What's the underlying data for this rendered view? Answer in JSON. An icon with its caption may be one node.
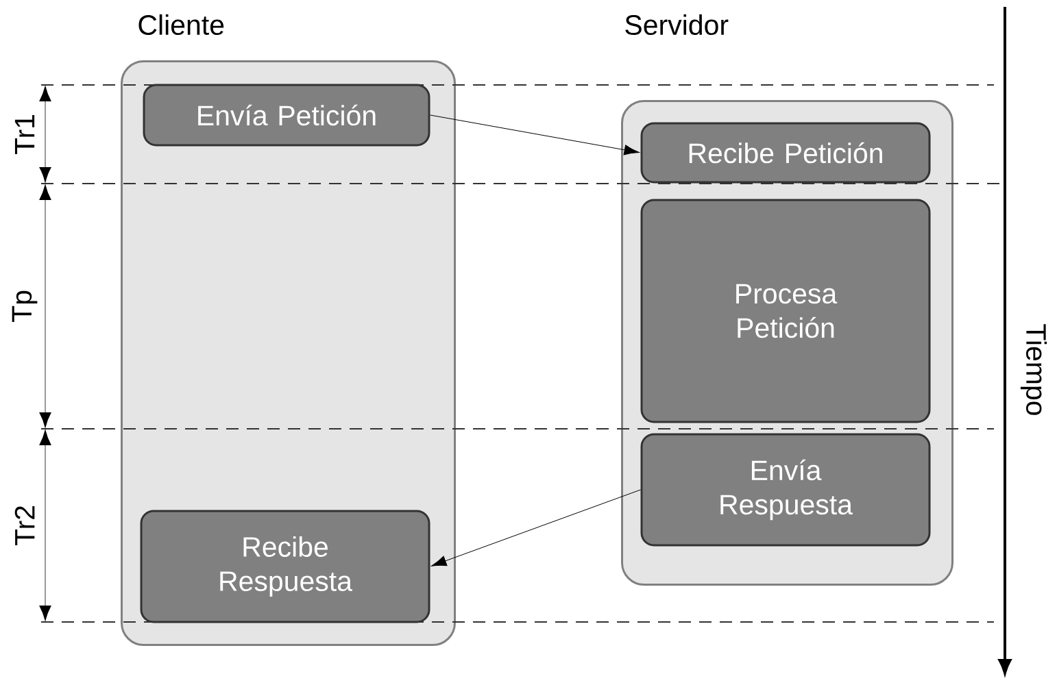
{
  "diagram": {
    "nodes": [
      {
        "text": [
          "Cliente"
        ]
      },
      {
        "text": [
          "Envía Petición"
        ],
        "in": 0
      },
      {
        "text": [
          "Recibe Respuesta"
        ],
        "in": 0
      },
      {
        "text": [
          "Servidor"
        ]
      },
      {
        "text": [
          "Recibe Petición"
        ],
        "in": 3
      },
      {
        "text": [
          "Procesa Petición"
        ],
        "in": 3
      },
      {
        "text": [
          "Envía Respuesta"
        ],
        "in": 3
      }
    ],
    "edges": [
      {
        "from": 1,
        "to": 4,
        "arrow": "to"
      },
      {
        "from": 6,
        "to": 2,
        "arrow": "to"
      }
    ],
    "labels": [
      "Tr1",
      "Tp",
      "Tr2",
      "Tiempo"
    ]
  }
}
